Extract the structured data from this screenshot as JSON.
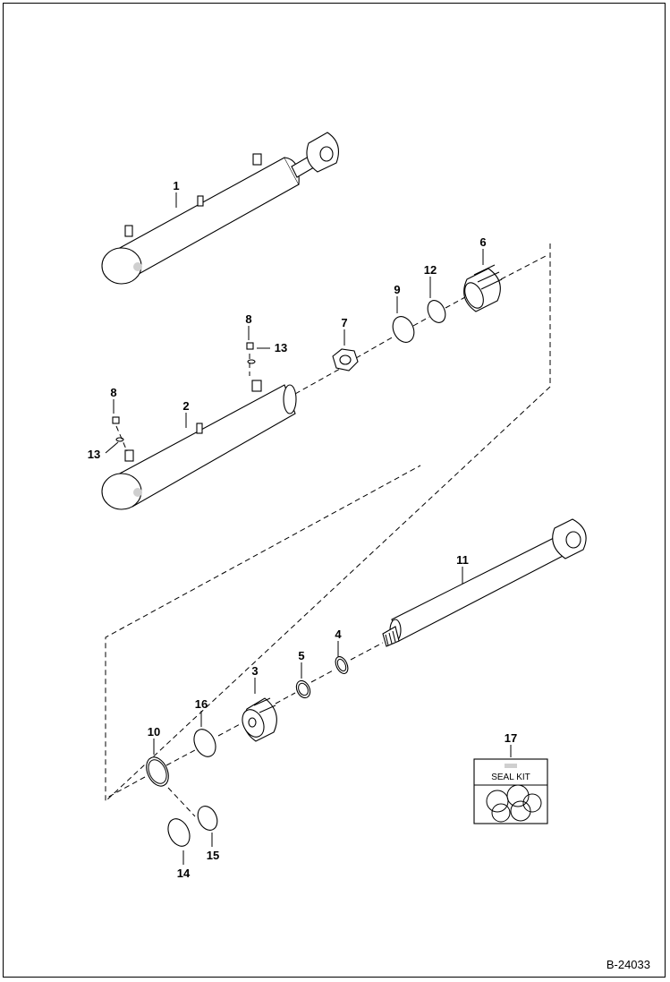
{
  "callouts": {
    "c1": "1",
    "c2": "2",
    "c3": "3",
    "c4": "4",
    "c5": "5",
    "c6": "6",
    "c7": "7",
    "c8a": "8",
    "c8b": "8",
    "c9": "9",
    "c10": "10",
    "c11": "11",
    "c12": "12",
    "c13a": "13",
    "c13b": "13",
    "c14": "14",
    "c15": "15",
    "c16": "16",
    "c17": "17"
  },
  "seal_kit": {
    "label": "SEAL KIT"
  },
  "figure_number": "B-24033"
}
